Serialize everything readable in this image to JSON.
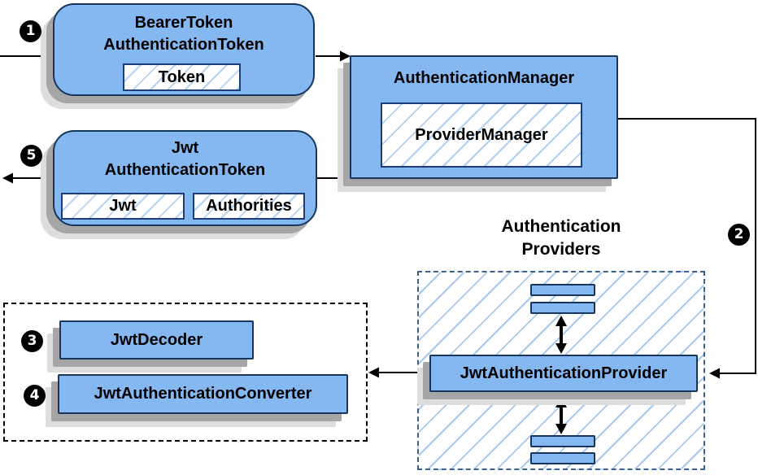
{
  "steps": {
    "s1": "1",
    "s2": "2",
    "s3": "3",
    "s4": "4",
    "s5": "5"
  },
  "nodes": {
    "bearer_token": {
      "title_line1": "BearerToken",
      "title_line2": "AuthenticationToken",
      "field_token": "Token"
    },
    "authentication_manager": {
      "title": "AuthenticationManager",
      "inner": "ProviderManager"
    },
    "jwt_authentication_token": {
      "title_line1": "Jwt",
      "title_line2": "AuthenticationToken",
      "field_jwt": "Jwt",
      "field_authorities": "Authorities"
    },
    "authentication_providers": {
      "label_line1": "Authentication",
      "label_line2": "Providers",
      "provider": "JwtAuthenticationProvider"
    },
    "decoder_group": {
      "decoder": "JwtDecoder",
      "converter": "JwtAuthenticationConverter"
    }
  },
  "colors": {
    "node_fill": "#85B8F0",
    "node_border": "#16365D",
    "hatch_line": "#A6C9EE",
    "providers_dash_border": "#3A6291",
    "decoder_dash_border": "#000000",
    "shadow_dark": "#A6A6A6",
    "shadow_light": "#DDDDDD",
    "wire": "#000000",
    "step_badge_bg": "#000000",
    "step_badge_text": "#FFFFFF"
  }
}
